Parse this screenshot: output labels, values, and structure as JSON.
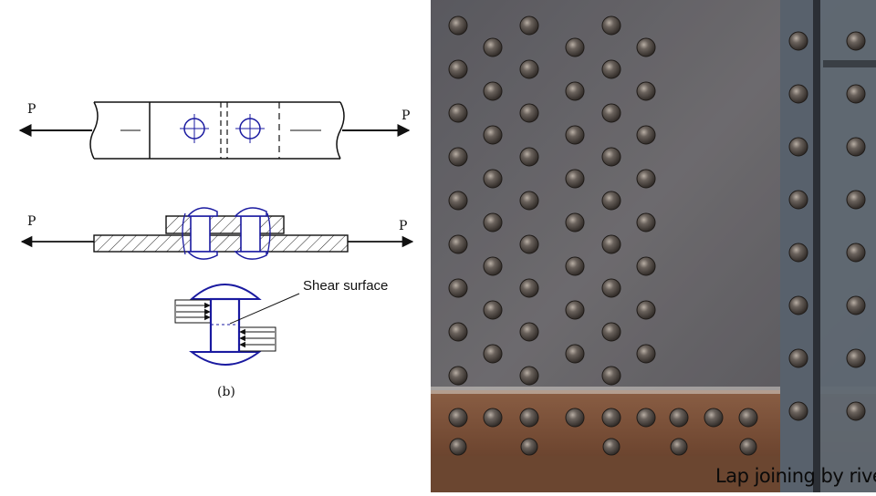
{
  "diagram": {
    "force_label_left_top": "P",
    "force_label_right_top": "P",
    "force_label_left_mid": "P",
    "force_label_right_mid": "P",
    "shear_label": "Shear surface",
    "figure_label": "(b)",
    "colors": {
      "ink": "#111111",
      "rivet": "#1a1aa0"
    }
  },
  "photo": {
    "caption": "Lap joining by rivets",
    "colors": {
      "plate": "#5b6470",
      "rust": "#7a5038",
      "rivet": "#4e4a46"
    }
  }
}
